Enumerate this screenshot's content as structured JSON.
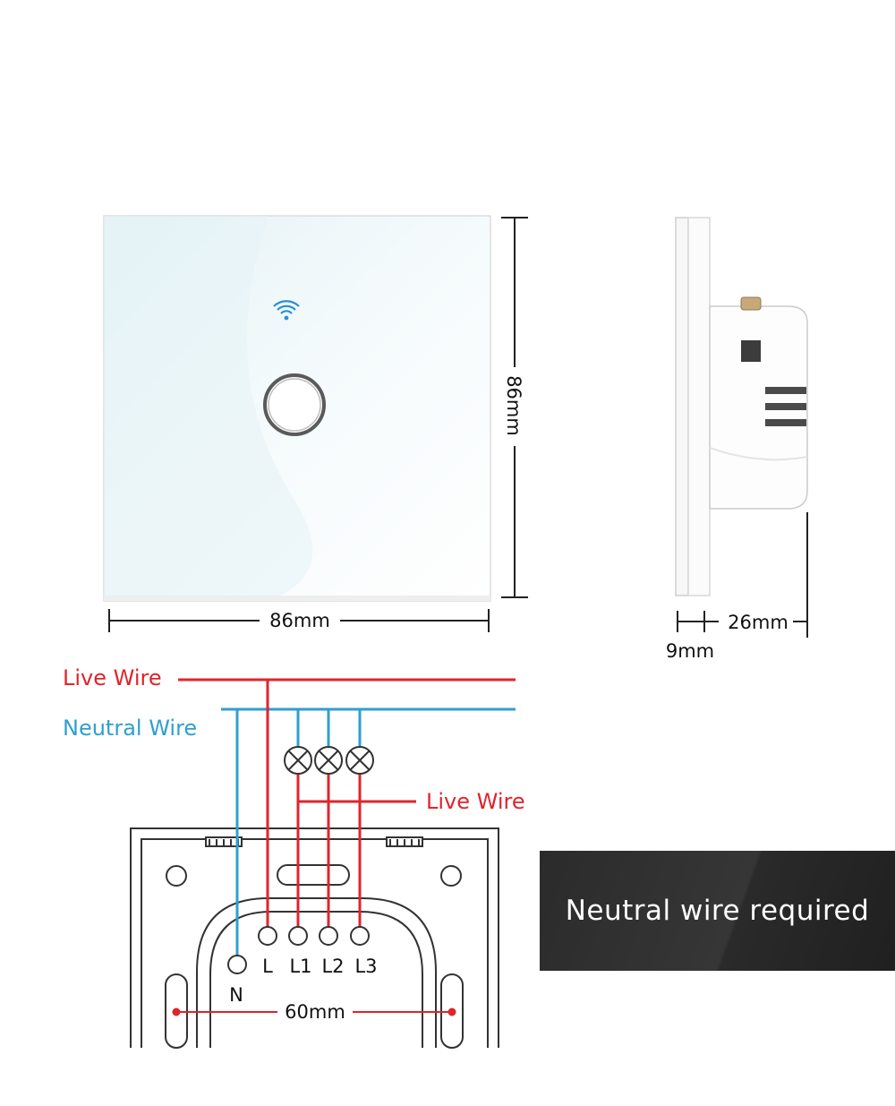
{
  "dimensions": {
    "front_width": "86mm",
    "front_height": "86mm",
    "depth_body": "26mm",
    "depth_panel": "9mm",
    "mounting_spacing": "60mm"
  },
  "wiring": {
    "live_wire_top": "Live Wire",
    "neutral_wire": "Neutral Wire",
    "live_wire_load": "Live Wire"
  },
  "terminals": [
    "N",
    "L",
    "L1",
    "L2",
    "L3"
  ],
  "badge": {
    "text": "Neutral wire required"
  },
  "colors": {
    "live": "#e0242c",
    "neutral": "#2f9fcf",
    "badge_bg": "#2b2b2b"
  },
  "icons": {
    "wifi": "wifi-icon",
    "touch_button": "touch-button-ring",
    "lamp": "lamp-icon"
  }
}
